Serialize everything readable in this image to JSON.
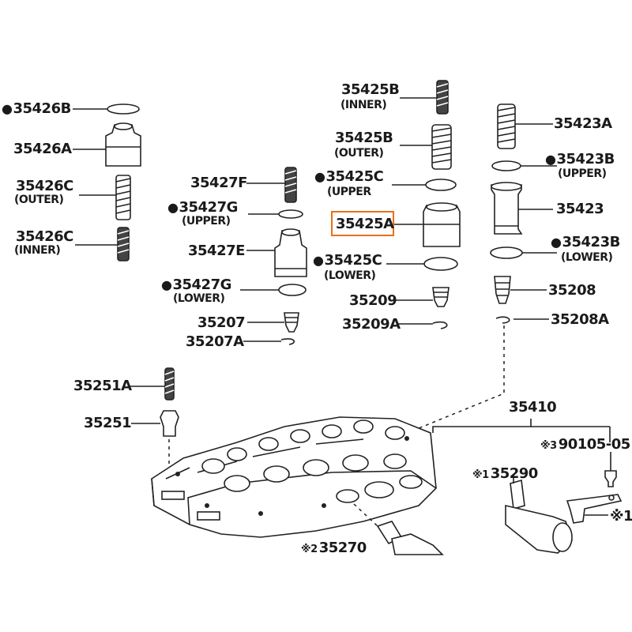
{
  "diagram": {
    "labels": {
      "p35426b": "35426B",
      "p35426a": "35426A",
      "p35426c_outer": "35426C",
      "p35426c_outer_sub": "(OUTER)",
      "p35426c_inner": "35426C",
      "p35426c_inner_sub": "(INNER)",
      "p35427f": "35427F",
      "p35427g_upper": "35427G",
      "p35427g_upper_sub": "(UPPER)",
      "p35427e": "35427E",
      "p35427g_lower": "35427G",
      "p35427g_lower_sub": "(LOWER)",
      "p35207": "35207",
      "p35207a": "35207A",
      "p35425b_inner": "35425B",
      "p35425b_inner_sub": "(INNER)",
      "p35425b_outer": "35425B",
      "p35425b_outer_sub": "(OUTER)",
      "p35425c_upper": "35425C",
      "p35425c_upper_sub": "(UPPER",
      "p35425a": "35425A",
      "p35425c_lower": "35425C",
      "p35425c_lower_sub": "(LOWER)",
      "p35209": "35209",
      "p35209a": "35209A",
      "p35423a": "35423A",
      "p35423b_upper": "35423B",
      "p35423b_upper_sub": "(UPPER)",
      "p35423": "35423",
      "p35423b_lower": "35423B",
      "p35423b_lower_sub": "(LOWER)",
      "p35208": "35208",
      "p35208a": "35208A",
      "p35251a": "35251A",
      "p35251": "35251",
      "p35410": "35410",
      "p90105": "90105-05",
      "p90105_note": "※3",
      "p35290": "35290",
      "p35290_note": "※1",
      "p35270": "35270",
      "p35270_note": "※2",
      "edge_note": "※1"
    },
    "highlight_color": "#e8701a",
    "highlighted_part": "35425A"
  }
}
